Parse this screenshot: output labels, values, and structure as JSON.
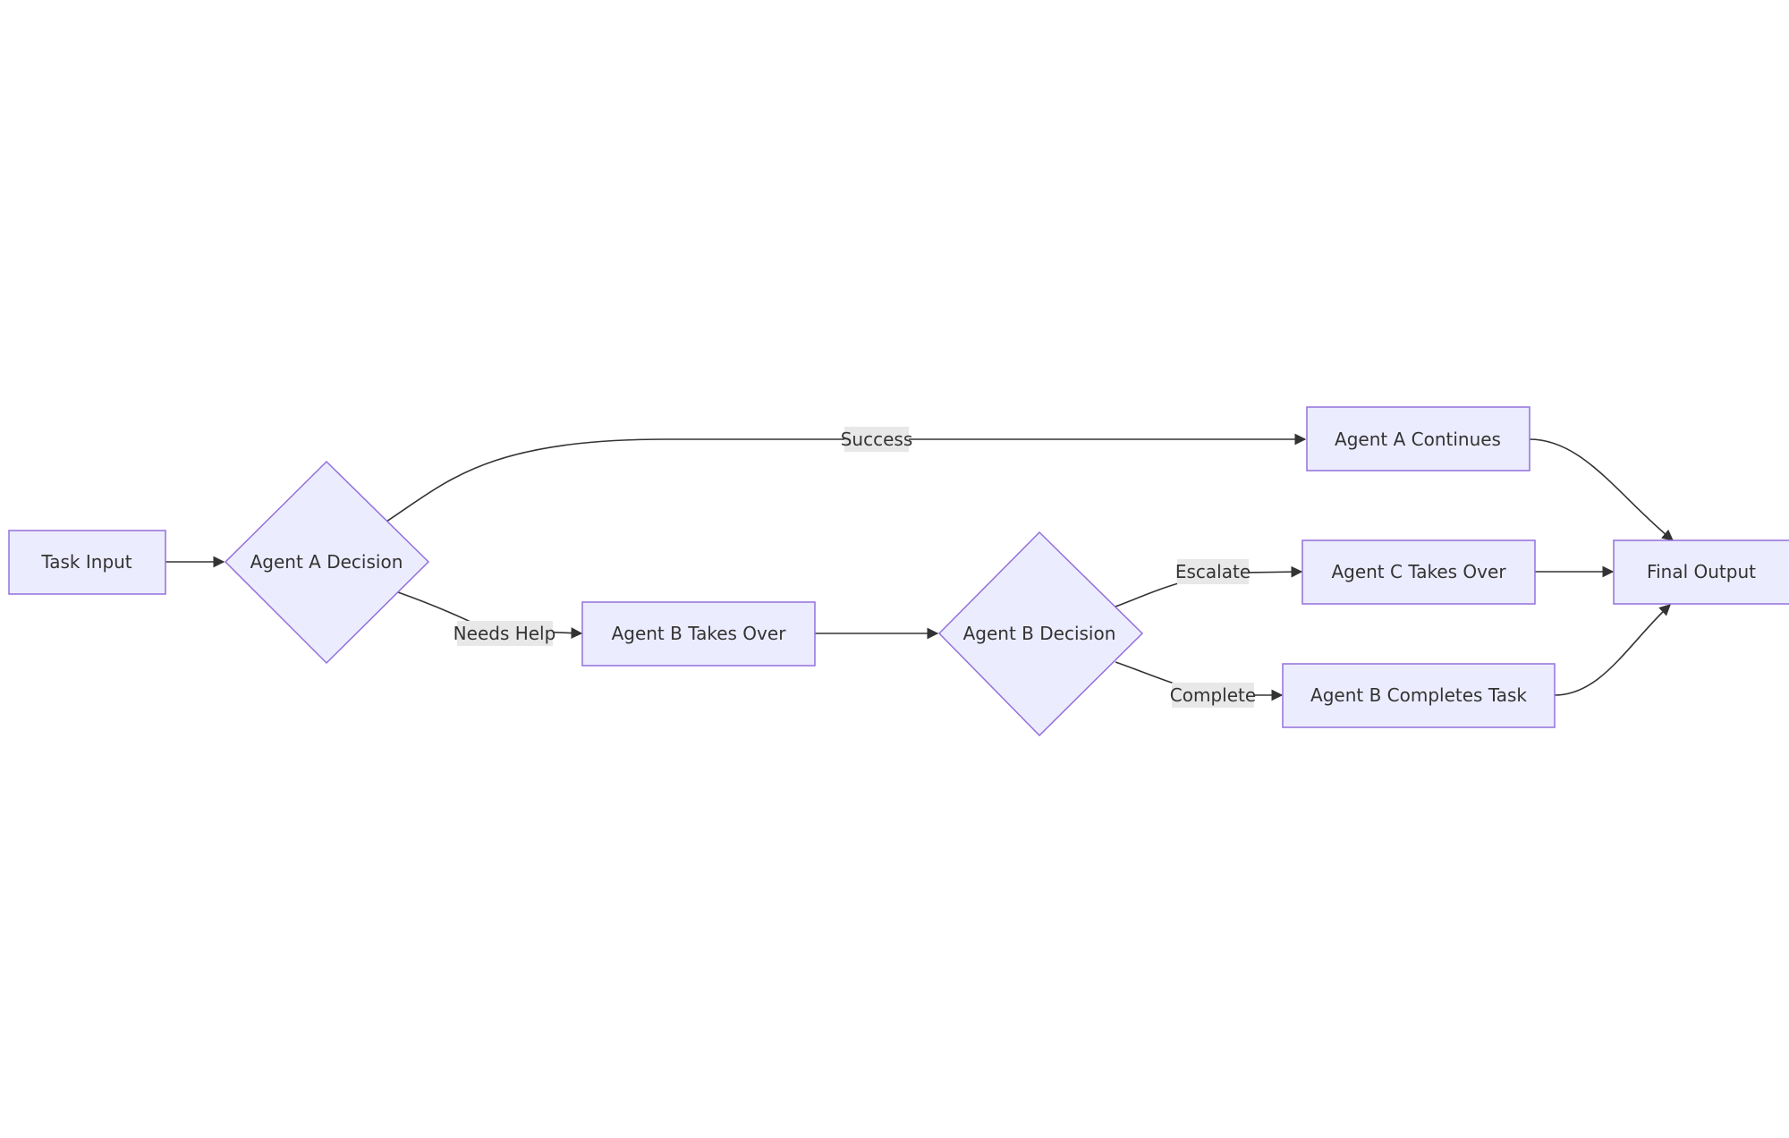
{
  "nodes": {
    "task_input": "Task Input",
    "agent_a_decision": "Agent A Decision",
    "agent_a_continues": "Agent A Continues",
    "agent_b_takes_over": "Agent B Takes Over",
    "agent_b_decision": "Agent B Decision",
    "agent_c_takes_over": "Agent C Takes Over",
    "agent_b_completes_task": "Agent B Completes Task",
    "final_output": "Final Output"
  },
  "edges": {
    "success": "Success",
    "needs_help": "Needs Help",
    "escalate": "Escalate",
    "complete": "Complete"
  },
  "colors": {
    "node_fill": "#ececff",
    "node_stroke": "#9370db",
    "edge": "#333333",
    "edge_label_bg": "#e8e8e8"
  }
}
